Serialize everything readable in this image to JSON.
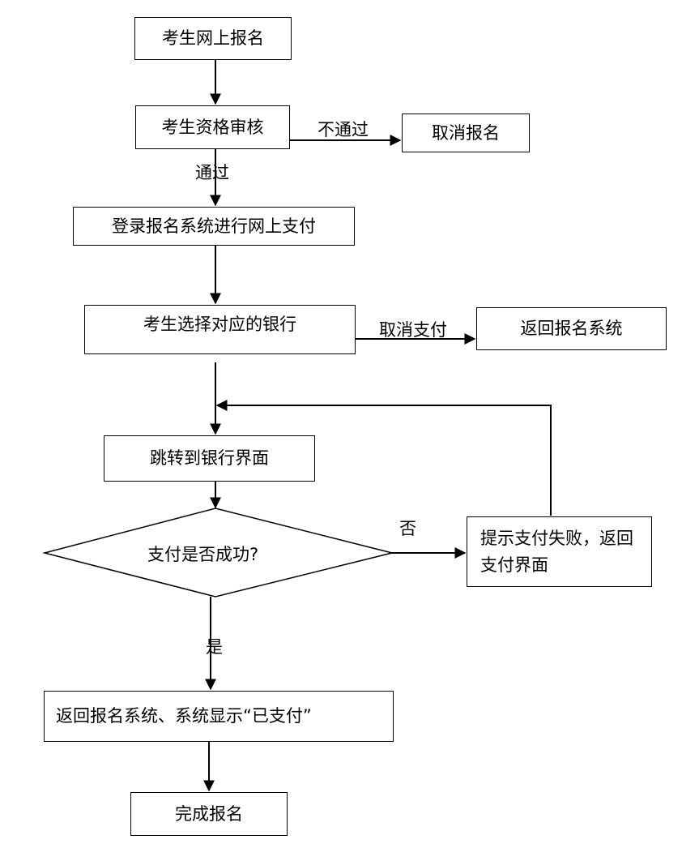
{
  "nodes": {
    "signup": "考生网上报名",
    "review": "考生资格审核",
    "cancel_signup": "取消报名",
    "login_pay": "登录报名系统进行网上支付",
    "choose_bank": "考生选择对应的银行",
    "back_system": "返回报名系统",
    "jump_bank": "跳转到银行界面",
    "pay_success_q": "支付是否成功?",
    "pay_fail": "提示支付失败，返回支付界面",
    "paid_display": "返回报名系统、系统显示“已支付”",
    "finish": "完成报名"
  },
  "edges": {
    "not_pass": "不通过",
    "pass": "通过",
    "cancel_pay": "取消支付",
    "no": "否",
    "yes": "是"
  }
}
